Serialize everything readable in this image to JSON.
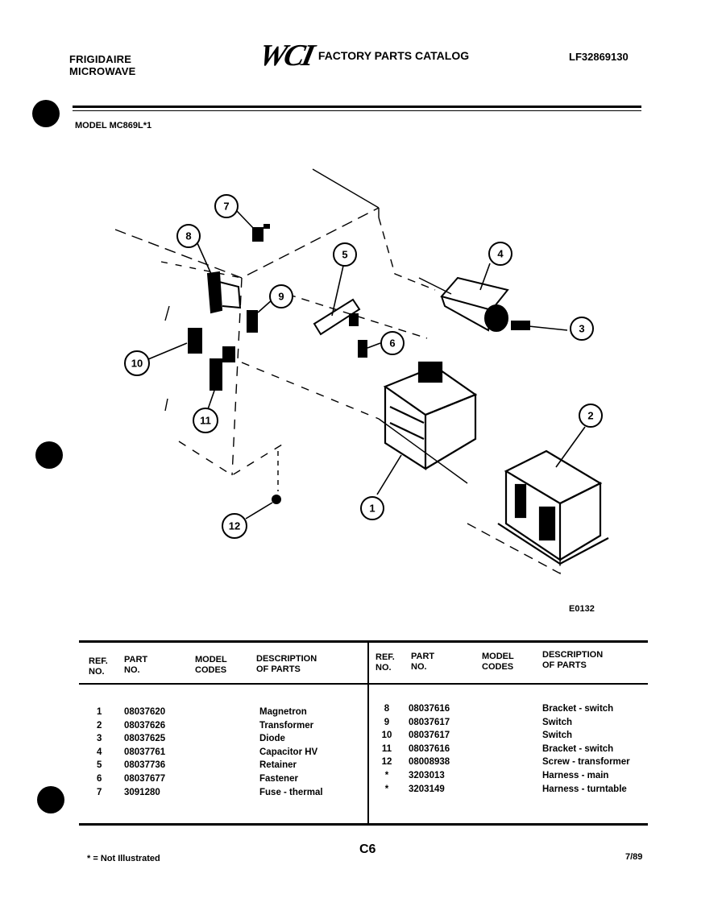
{
  "header": {
    "brand_line1": "FRIGIDAIRE",
    "brand_line2": "MICROWAVE",
    "logo": "WCI",
    "catalog_title": "FACTORY PARTS CATALOG",
    "catalog_number": "LF32869130",
    "model_label": "MODEL MC869L*1"
  },
  "diagram": {
    "code": "E0132",
    "callouts": [
      "1",
      "2",
      "3",
      "4",
      "5",
      "6",
      "7",
      "8",
      "9",
      "10",
      "11",
      "12"
    ]
  },
  "table": {
    "headers": {
      "ref_no": [
        "REF.",
        "NO."
      ],
      "part_no": [
        "PART",
        "NO."
      ],
      "model_codes": [
        "MODEL",
        "CODES"
      ],
      "description": [
        "DESCRIPTION",
        "OF PARTS"
      ]
    },
    "left_rows": [
      {
        "ref": "1",
        "part": "08037620",
        "desc": "Magnetron"
      },
      {
        "ref": "2",
        "part": "08037626",
        "desc": "Transformer"
      },
      {
        "ref": "3",
        "part": "08037625",
        "desc": "Diode"
      },
      {
        "ref": "4",
        "part": "08037761",
        "desc": "Capacitor HV"
      },
      {
        "ref": "5",
        "part": "08037736",
        "desc": "Retainer"
      },
      {
        "ref": "6",
        "part": "08037677",
        "desc": "Fastener"
      },
      {
        "ref": "7",
        "part": "3091280",
        "desc": "Fuse - thermal"
      }
    ],
    "right_rows": [
      {
        "ref": "8",
        "part": "08037616",
        "desc": "Bracket - switch"
      },
      {
        "ref": "9",
        "part": "08037617",
        "desc": "Switch"
      },
      {
        "ref": "10",
        "part": "08037617",
        "desc": "Switch"
      },
      {
        "ref": "11",
        "part": "08037616",
        "desc": "Bracket - switch"
      },
      {
        "ref": "12",
        "part": "08008938",
        "desc": "Screw - transformer"
      },
      {
        "ref": "*",
        "part": "3203013",
        "desc": "Harness - main"
      },
      {
        "ref": "*",
        "part": "3203149",
        "desc": "Harness - turntable"
      }
    ]
  },
  "footer": {
    "note": "* = Not Illustrated",
    "page": "C6",
    "date": "7/89"
  }
}
